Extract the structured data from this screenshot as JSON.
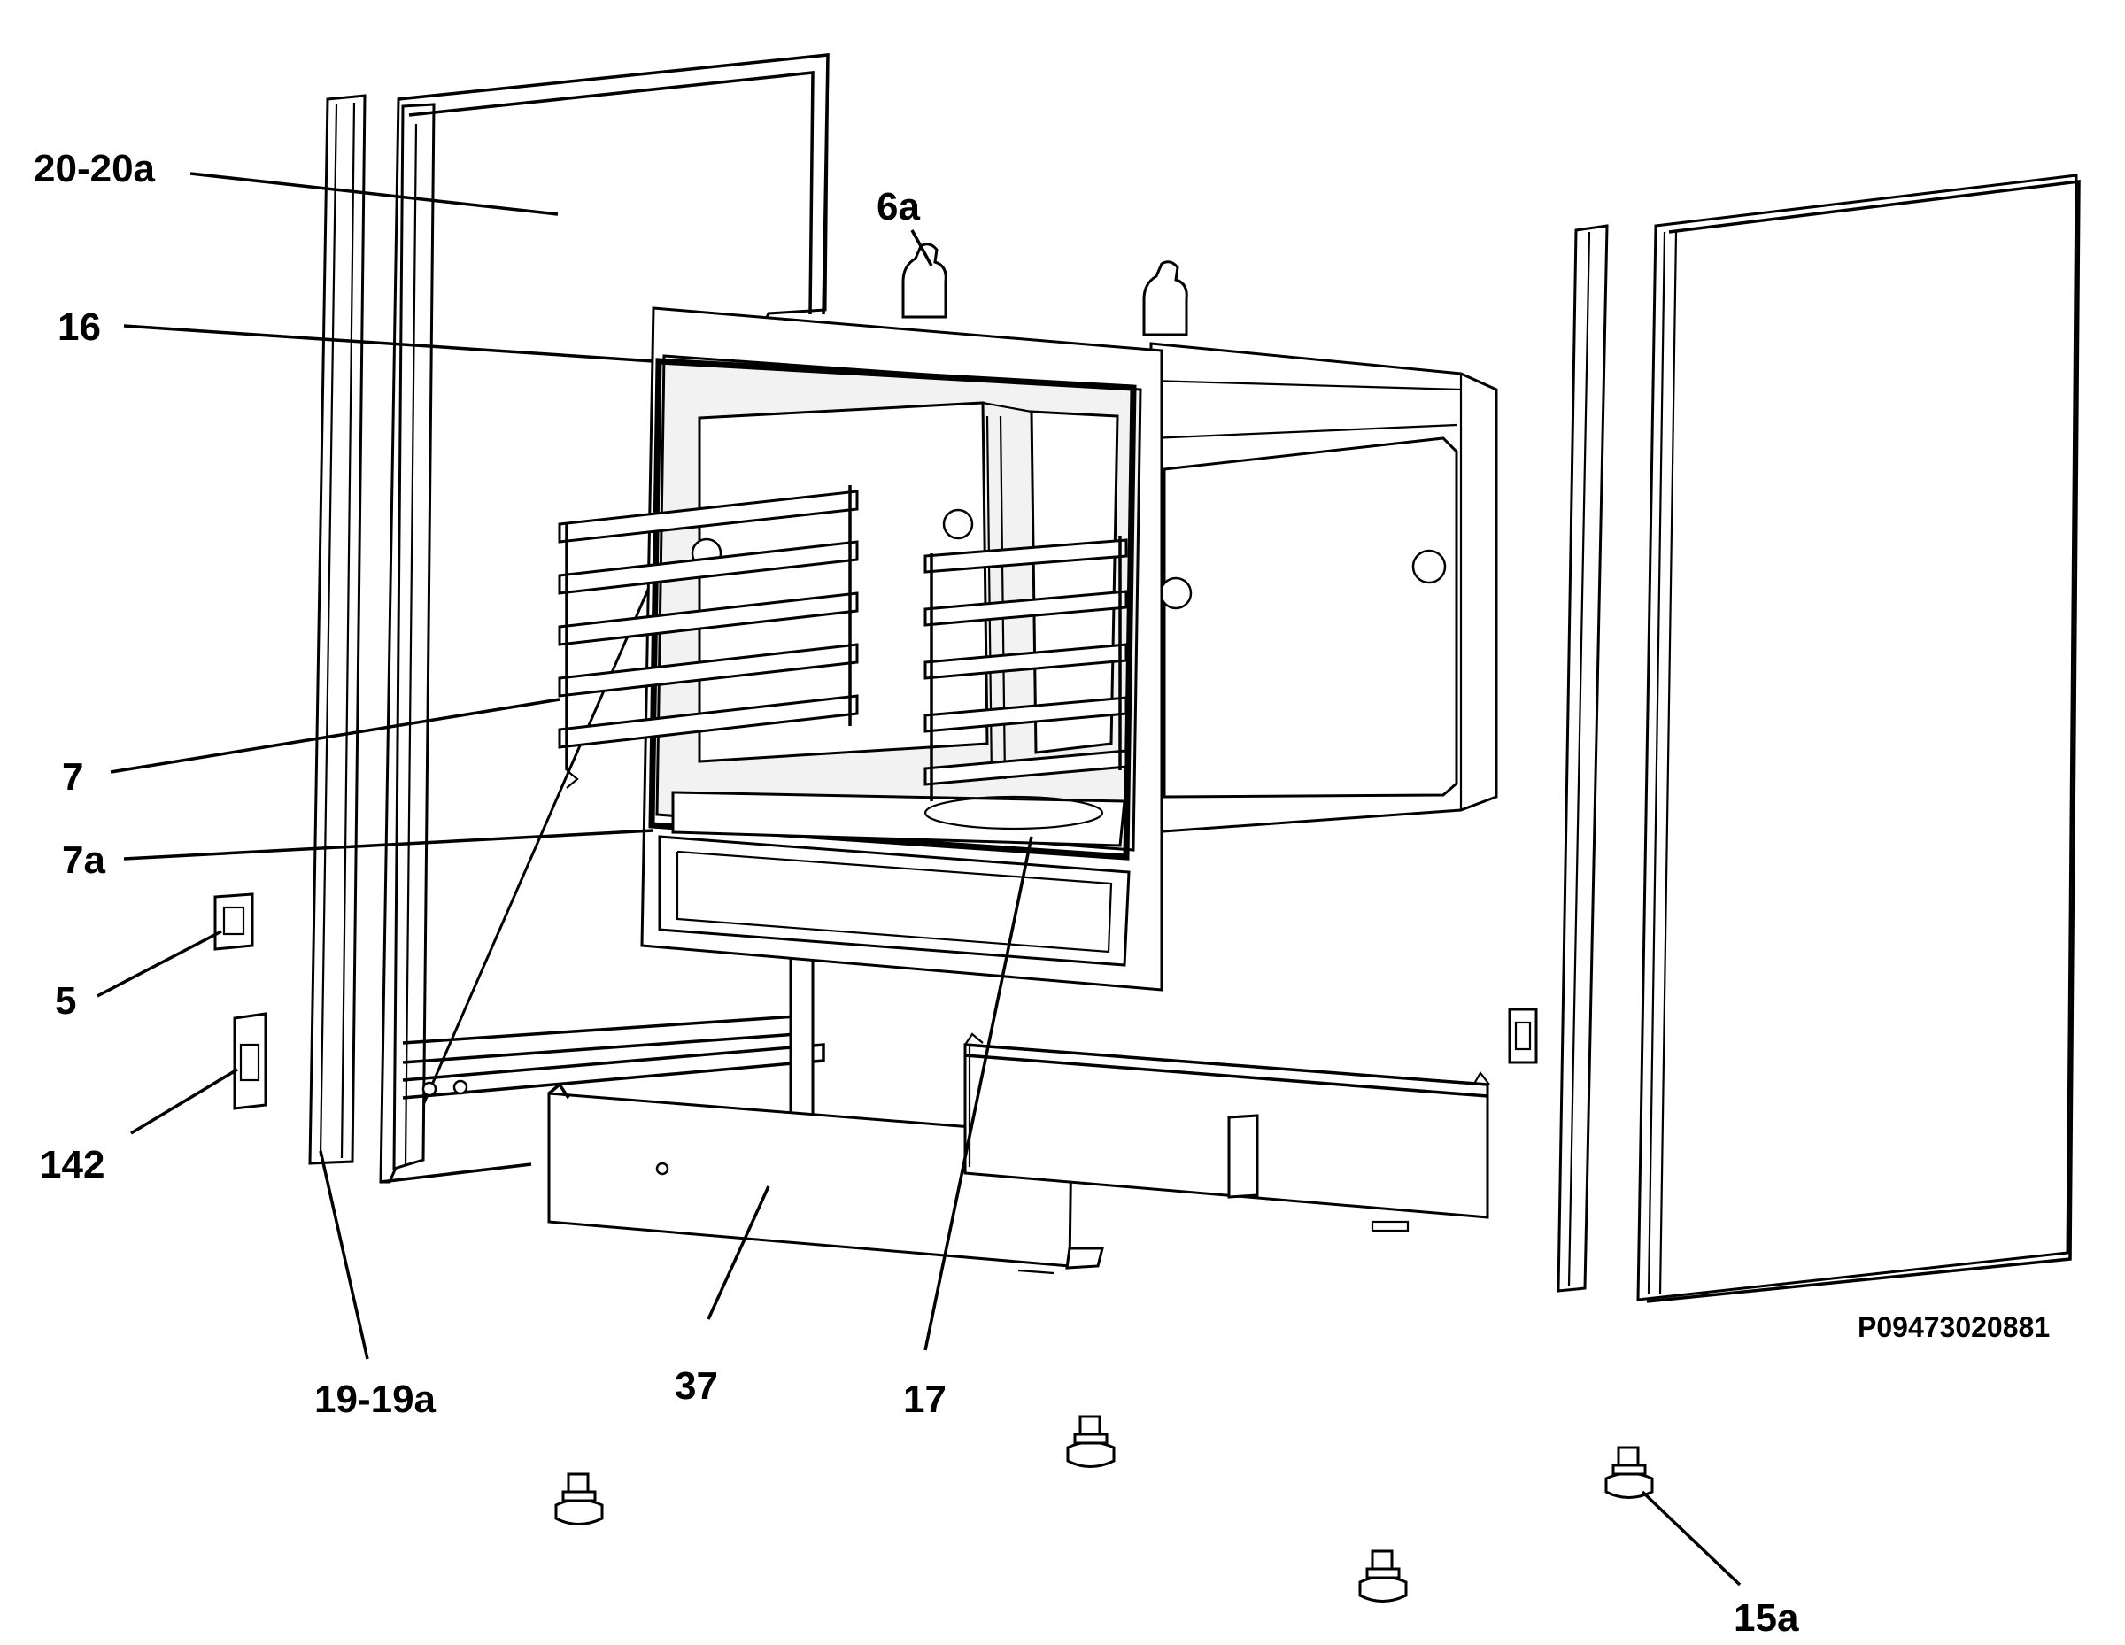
{
  "callouts": {
    "c_20_20a": "20-20a",
    "c_6a": "6a",
    "c_16": "16",
    "c_7": "7",
    "c_7a": "7a",
    "c_5": "5",
    "c_142": "142",
    "c_19_19a": "19-19a",
    "c_37": "37",
    "c_17": "17",
    "c_15a": "15a"
  },
  "drawing_code": "P09473020881"
}
